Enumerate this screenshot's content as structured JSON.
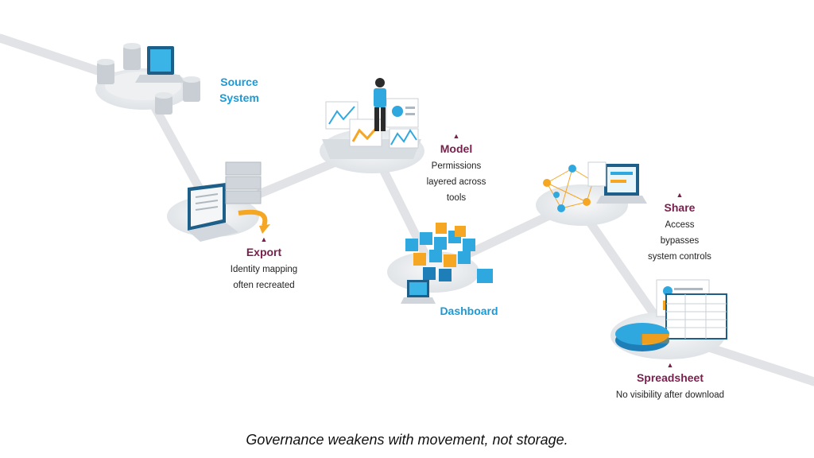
{
  "nodes": {
    "source": {
      "title_line1": "Source",
      "title_line2": "System"
    },
    "export": {
      "title": "Export",
      "desc_line1": "Identity mapping",
      "desc_line2": "often recreated"
    },
    "model": {
      "title": "Model",
      "desc_line1": "Permissions",
      "desc_line2": "layered across",
      "desc_line3": "tools"
    },
    "dashboard": {
      "title": "Dashboard"
    },
    "share": {
      "title": "Share",
      "desc_line1": "Access",
      "desc_line2": "bypasses",
      "desc_line3": "system controls"
    },
    "spreadsheet": {
      "title": "Spreadsheet",
      "desc_line1": "No visibility after download"
    }
  },
  "marker_glyph": "▲",
  "caption": "Governance weakens with movement, not storage.",
  "colors": {
    "blue_title": "#1a9ad6",
    "maroon_title": "#7a1f4d",
    "path": "#e1e3e6",
    "platform": "#e9ecef",
    "accent_orange": "#f5a623",
    "accent_blue": "#2fa8e0"
  }
}
